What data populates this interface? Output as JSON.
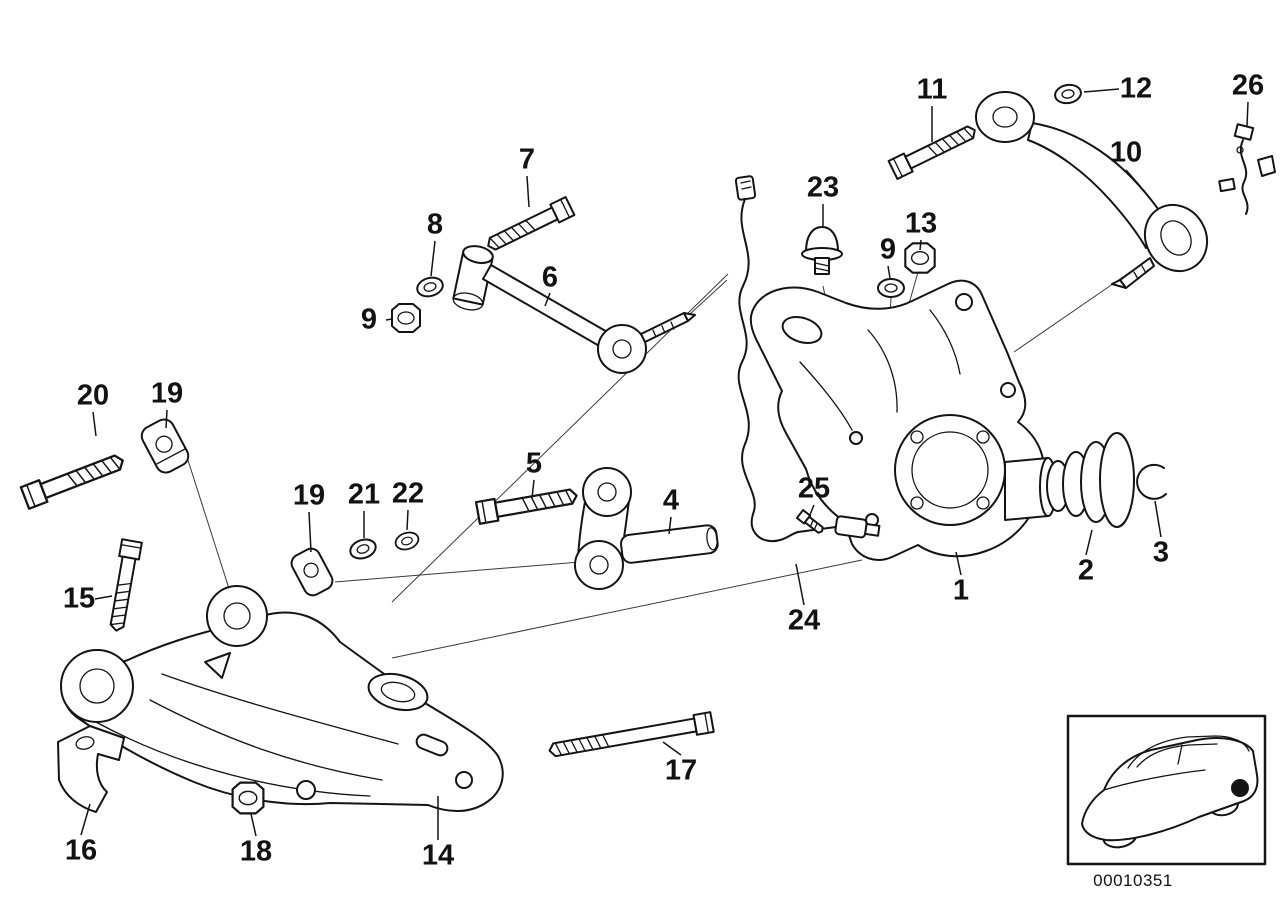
{
  "colors": {
    "line": "#141414",
    "background": "#ffffff"
  },
  "part_labels": [
    {
      "text": "7"
    },
    {
      "text": "8"
    },
    {
      "text": "6"
    },
    {
      "text": "9"
    },
    {
      "text": "11"
    },
    {
      "text": "12"
    },
    {
      "text": "10"
    },
    {
      "text": "26"
    },
    {
      "text": "23"
    },
    {
      "text": "13"
    },
    {
      "text": "9"
    },
    {
      "text": "20"
    },
    {
      "text": "19"
    },
    {
      "text": "5"
    },
    {
      "text": "19"
    },
    {
      "text": "21"
    },
    {
      "text": "22"
    },
    {
      "text": "4"
    },
    {
      "text": "25"
    },
    {
      "text": "15"
    },
    {
      "text": "2"
    },
    {
      "text": "3"
    },
    {
      "text": "1"
    },
    {
      "text": "24"
    },
    {
      "text": "16"
    },
    {
      "text": "18"
    },
    {
      "text": "14"
    },
    {
      "text": "17"
    }
  ],
  "footer": {
    "diagram_code": "00010351"
  }
}
